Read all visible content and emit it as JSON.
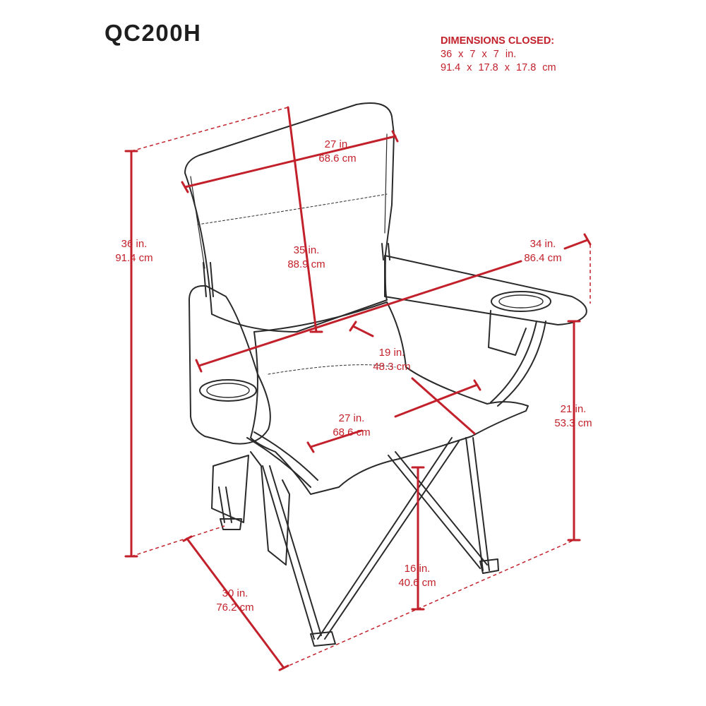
{
  "model": "QC200H",
  "closed": {
    "heading": "DIMENSIONS CLOSED:",
    "imperial": "36  x  7  x  7 in.",
    "metric": "91.4  x  17.8  x  17.8 cm"
  },
  "colors": {
    "dimension": "#c2212b",
    "outline": "#2a2a2a",
    "text": "#1e1e1e"
  },
  "dimensions": {
    "back_width": {
      "in": "27 in.",
      "cm": "68.6 cm"
    },
    "back_height": {
      "in": "35 in.",
      "cm": "88.9 cm"
    },
    "total_height": {
      "in": "36 in.",
      "cm": "91.4 cm"
    },
    "total_width": {
      "in": "34 in.",
      "cm": "86.4 cm"
    },
    "seat_depth": {
      "in": "19 in.",
      "cm": "48.3 cm"
    },
    "seat_width": {
      "in": "27 in.",
      "cm": "68.6 cm"
    },
    "arm_height": {
      "in": "21 in.",
      "cm": "53.3 cm"
    },
    "depth": {
      "in": "30 in.",
      "cm": "76.2 cm"
    },
    "seat_height": {
      "in": "16 in.",
      "cm": "40.6 cm"
    }
  }
}
